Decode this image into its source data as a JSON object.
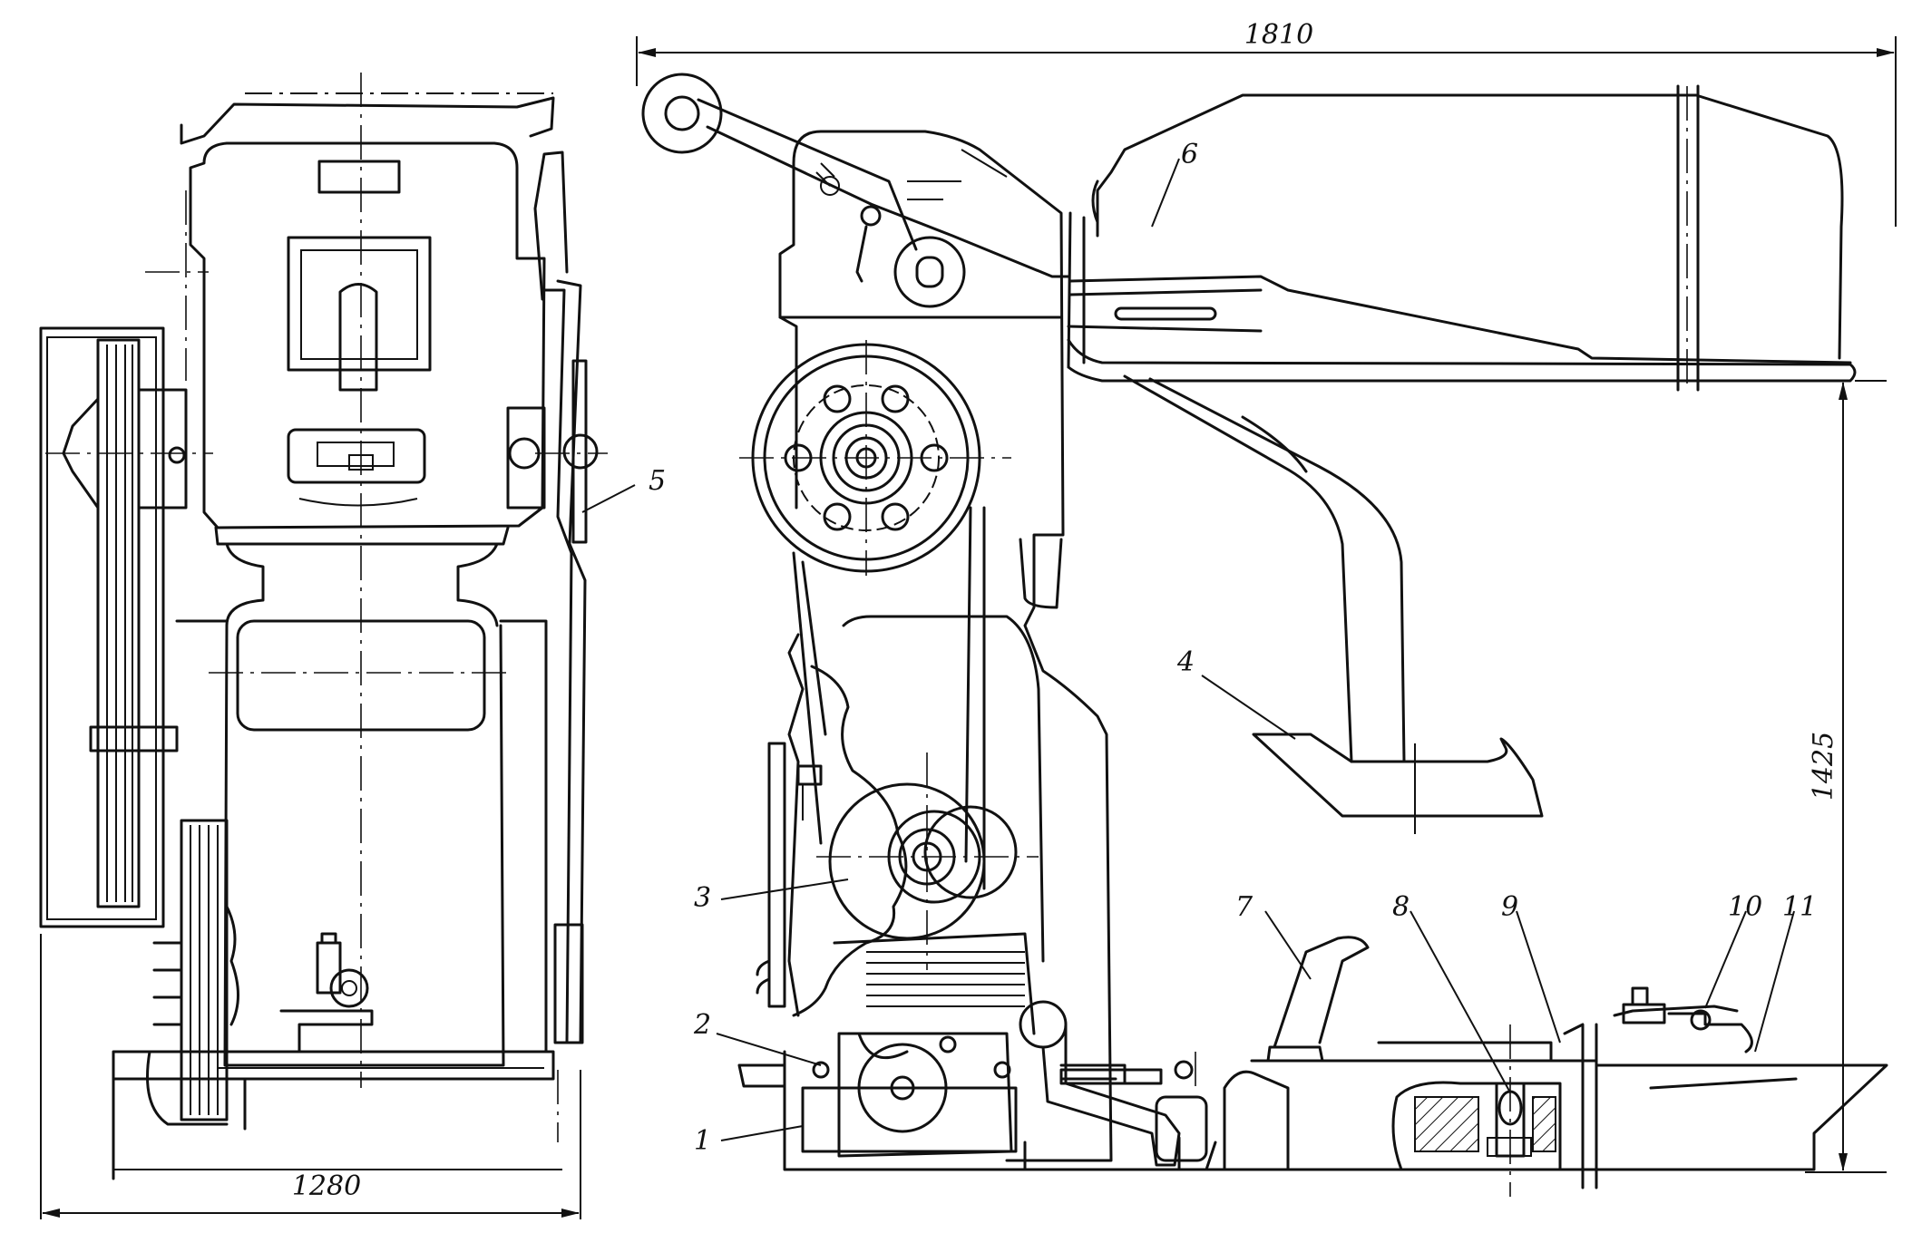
{
  "dimensions": {
    "overall_length": "1810",
    "overall_width": "1280",
    "overall_height": "1425"
  },
  "callouts": [
    "1",
    "2",
    "3",
    "4",
    "5",
    "6",
    "7",
    "8",
    "9",
    "10",
    "11"
  ]
}
